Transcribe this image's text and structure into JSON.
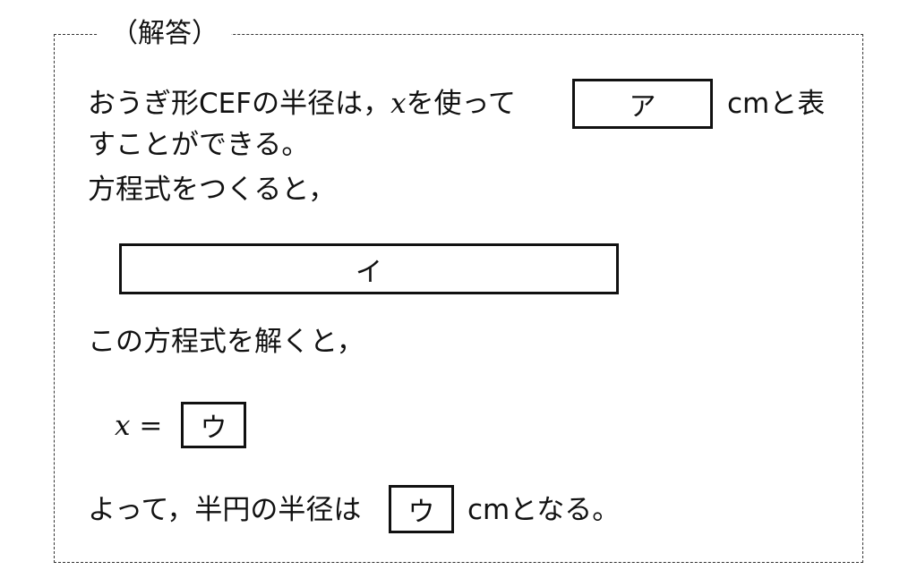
{
  "heading": "（解答）",
  "line1_before": "おうぎ形CEFの半径は，",
  "var_x": "x",
  "line1_mid": "を使って",
  "line1_after": "cmと表",
  "line2": "すことができる。",
  "line3": "方程式をつくると，",
  "line4": "この方程式を解くと，",
  "equals": "=",
  "line5_before": "よって，半円の半径は",
  "line5_after": "cmとなる。",
  "blanks": {
    "a": "ア",
    "i": "イ",
    "u": "ウ"
  }
}
